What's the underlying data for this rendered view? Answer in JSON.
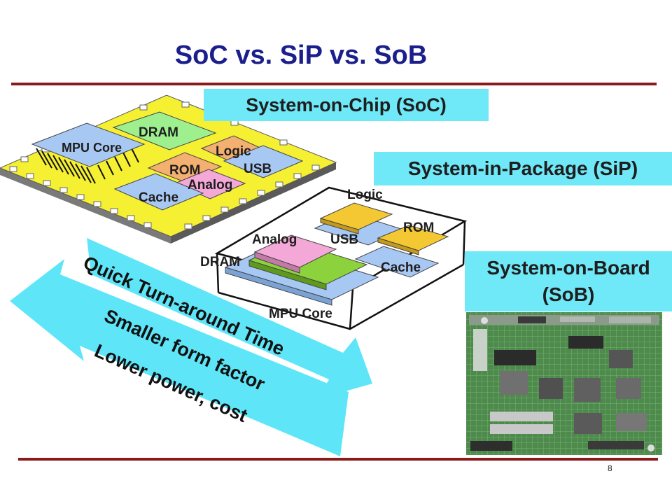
{
  "title": "SoC vs. SiP vs. SoB",
  "soc": {
    "heading": "System-on-Chip (SoC)",
    "blocks": [
      "DRAM",
      "MPU Core",
      "Logic",
      "ROM",
      "USB",
      "Analog",
      "Cache"
    ]
  },
  "sip": {
    "heading": "System-in-Package (SiP)",
    "blocks": [
      "Logic",
      "ROM",
      "Analog",
      "USB",
      "Cache",
      "DRAM",
      "MPU Core"
    ]
  },
  "sob": {
    "heading": "System-on-Board\n(SoB)"
  },
  "arrow_labels": [
    "Quick Turn-around Time",
    "Smaller form factor",
    "Lower power, cost"
  ],
  "page_number": "8",
  "colors": {
    "title": "#1a1f8c",
    "rule": "#8b1a1a",
    "label_box": "#6fe8f8",
    "arrow": "#5ee6f8",
    "die": "#f5f032",
    "block_blue": "#a8c8f4",
    "block_green": "#9ef08e",
    "block_orange": "#f4b070",
    "block_pink": "#f4a8d8",
    "block_gold": "#f4c832"
  }
}
